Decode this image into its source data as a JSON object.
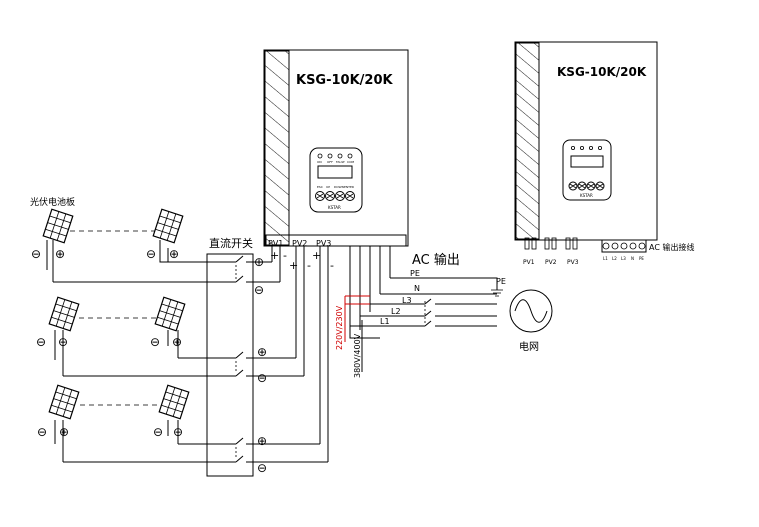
{
  "diagram": {
    "inverter": {
      "model": "KSG-10K/20K",
      "brand": "KSTAR",
      "display_labels": [
        "ON",
        "OFF",
        "FAULT",
        "COM"
      ],
      "button_labels": [
        "ESC",
        "UP",
        "DOWN",
        "ENTER"
      ]
    },
    "inverter_small": {
      "model": "KSG-10K/20K",
      "brand": "KSTAR"
    },
    "pv_panel_label": "光伏电池板",
    "dc_switch_label": "直流开关",
    "pv_ports": [
      "PV1",
      "PV2",
      "PV3"
    ],
    "ac_output_label": "AC 输出",
    "ac_lines": [
      "PE",
      "N",
      "L3",
      "L2",
      "L1"
    ],
    "pe_ground_label": "PE",
    "grid_label": "电网",
    "voltage_red_label": "220V/230V",
    "voltage_black_label": "380V/400V",
    "small_pv_ports": [
      "PV1",
      "PV2",
      "PV3"
    ],
    "small_ac_terminals": [
      "L1",
      "L2",
      "L3",
      "N",
      "PE"
    ],
    "ac_terminal_label": "AC 输出接线",
    "plus_sign": "+",
    "minus_sign": "-",
    "plus_symbol": "⊕",
    "minus_symbol": "⊖"
  }
}
